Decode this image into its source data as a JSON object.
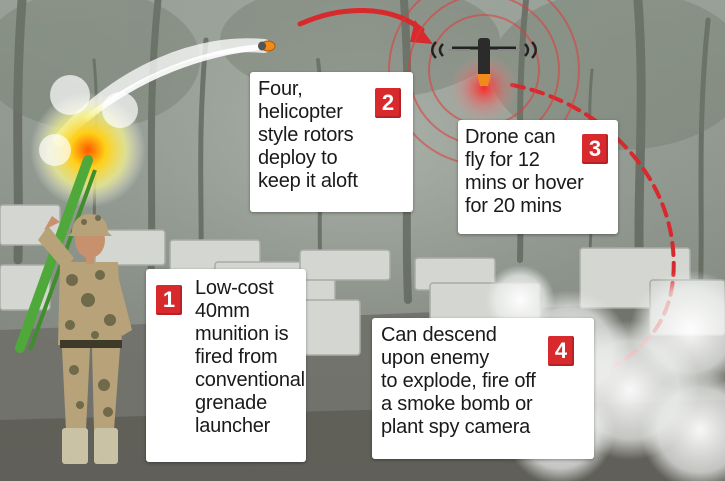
{
  "steps": [
    {
      "number": "1",
      "text": "Low-cost\n40mm\nmunition is\nfired from\nconventional\ngrenade\nlauncher"
    },
    {
      "number": "2",
      "text": "Four,\nhelicopter\nstyle rotors\ndeploy to\nkeep it aloft"
    },
    {
      "number": "3",
      "text": "Drone can\nfly for 12\nmins or hover\nfor 20 mins"
    },
    {
      "number": "4",
      "text": "Can descend\nupon enemy\nto explode, fire off\na smoke bomb or\nplant spy camera"
    }
  ],
  "colors": {
    "accent_red": "#d8292c",
    "callout_bg": "#ffffff",
    "flight_path": "#d8292c"
  },
  "icons": [
    "soldier",
    "grenade-launcher",
    "muzzle-flash",
    "munition-round",
    "drone",
    "signal-rings",
    "smoke-cloud"
  ]
}
